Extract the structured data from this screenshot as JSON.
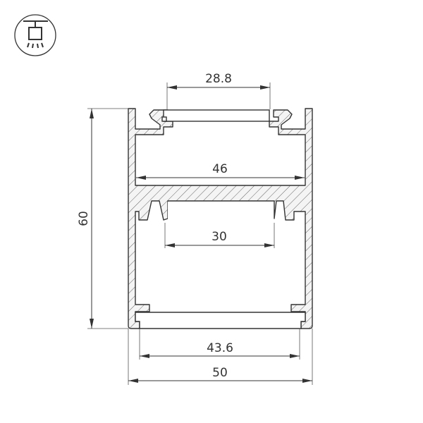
{
  "icon": {
    "name": "suspended-light-icon",
    "description": "pendant mount"
  },
  "dimensions": {
    "top_opening": "28.8",
    "inner_width": "46",
    "middle_channel": "30",
    "bottom_cover": "43.6",
    "outer_width": "50",
    "height": "60"
  },
  "colors": {
    "line": "#333333",
    "hatch_fill": "#f2f2f2",
    "background": "#ffffff"
  }
}
